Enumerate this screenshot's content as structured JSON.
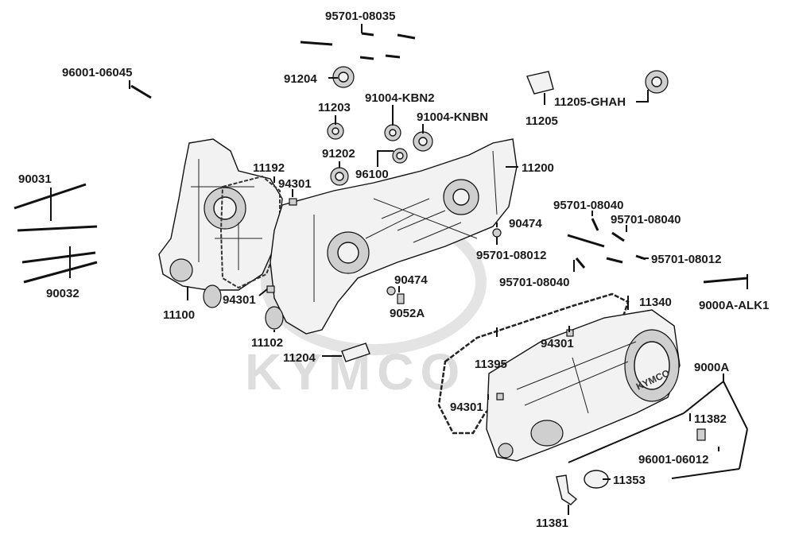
{
  "watermark": "KYMCO",
  "cover_brand": "KYMCO",
  "parts": [
    {
      "number": "95701-08035"
    },
    {
      "number": "96001-06045"
    },
    {
      "number": "91204"
    },
    {
      "number": "11203"
    },
    {
      "number": "91004-KBN2"
    },
    {
      "number": "91004-KNBN"
    },
    {
      "number": "11205"
    },
    {
      "number": "11205-GHAH"
    },
    {
      "number": "91202"
    },
    {
      "number": "96100"
    },
    {
      "number": "11200"
    },
    {
      "number": "11192"
    },
    {
      "number": "94301"
    },
    {
      "number": "90031"
    },
    {
      "number": "90032"
    },
    {
      "number": "11100"
    },
    {
      "number": "94301"
    },
    {
      "number": "11102"
    },
    {
      "number": "11204"
    },
    {
      "number": "90474"
    },
    {
      "number": "9052A"
    },
    {
      "number": "90474"
    },
    {
      "number": "95701-08012"
    },
    {
      "number": "95701-08040"
    },
    {
      "number": "95701-08040"
    },
    {
      "number": "95701-08012"
    },
    {
      "number": "95701-08040"
    },
    {
      "number": "9000A-ALK1"
    },
    {
      "number": "11340"
    },
    {
      "number": "94301"
    },
    {
      "number": "11395"
    },
    {
      "number": "94301"
    },
    {
      "number": "9000A"
    },
    {
      "number": "11382"
    },
    {
      "number": "96001-06012"
    },
    {
      "number": "11353"
    },
    {
      "number": "11381"
    }
  ]
}
